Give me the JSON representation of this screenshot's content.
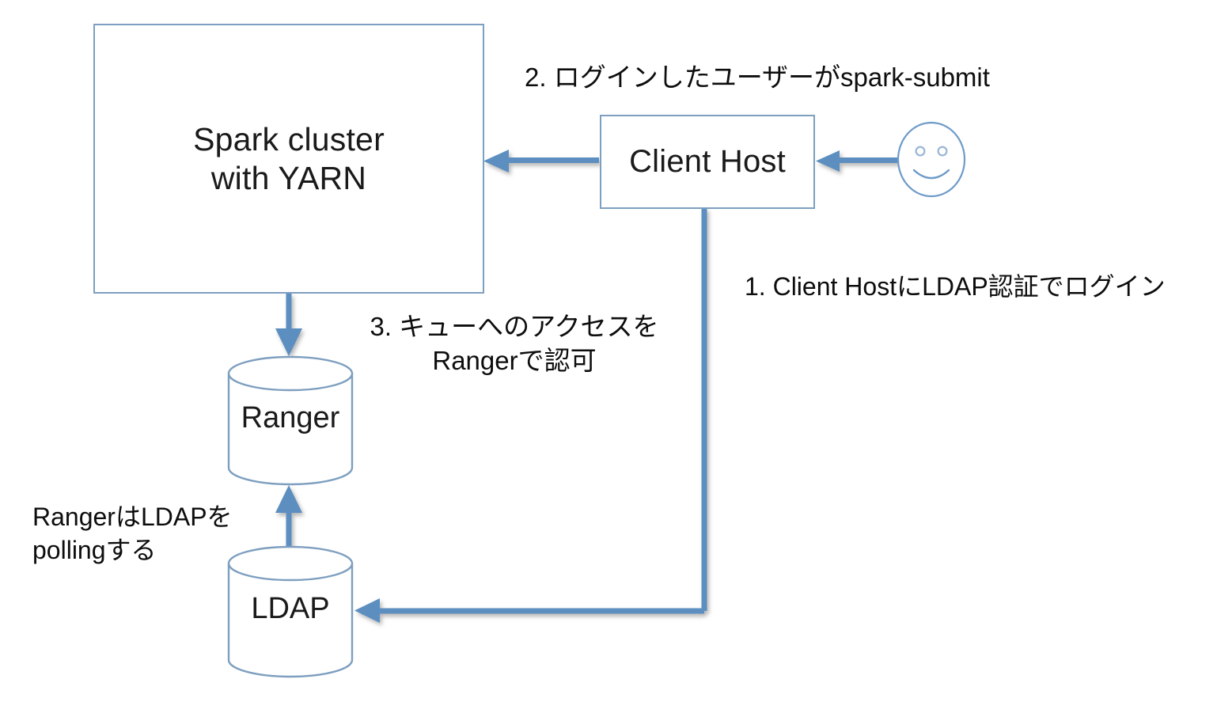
{
  "diagram": {
    "title": "Spark cluster with YARN / Ranger / LDAP authentication flow",
    "background_color": "#ffffff",
    "shape_border_color": "#7e9fbf",
    "arrow_color": "#5b8fc0",
    "text_color": "#0d0d0d"
  },
  "nodes": {
    "spark_cluster": {
      "label": "Spark cluster\nwith YARN",
      "shape": "rectangle"
    },
    "client_host": {
      "label": "Client Host",
      "shape": "rectangle"
    },
    "ranger": {
      "label": "Ranger",
      "shape": "cylinder"
    },
    "ldap": {
      "label": "LDAP",
      "shape": "cylinder"
    },
    "user": {
      "label": "",
      "icon": "smiley-face-icon",
      "shape": "circle"
    }
  },
  "annotations": {
    "step1": "1. Client HostにLDAP認証でログイン",
    "step2": "2. ログインしたユーザーがspark-submit",
    "step3": "3. キューへのアクセスを\nRangerで認可",
    "polling": "RangerはLDAPを\npollingする"
  },
  "arrows": [
    {
      "name": "user-to-client-host",
      "from": "user",
      "to": "client_host",
      "direction": "left"
    },
    {
      "name": "client-host-to-spark-cluster",
      "from": "client_host",
      "to": "spark_cluster",
      "direction": "left"
    },
    {
      "name": "client-host-to-ldap",
      "from": "client_host",
      "to": "ldap",
      "direction": "elbow-down-left"
    },
    {
      "name": "spark-cluster-to-ranger",
      "from": "spark_cluster",
      "to": "ranger",
      "direction": "down"
    },
    {
      "name": "ldap-to-ranger",
      "from": "ldap",
      "to": "ranger",
      "direction": "up"
    }
  ]
}
